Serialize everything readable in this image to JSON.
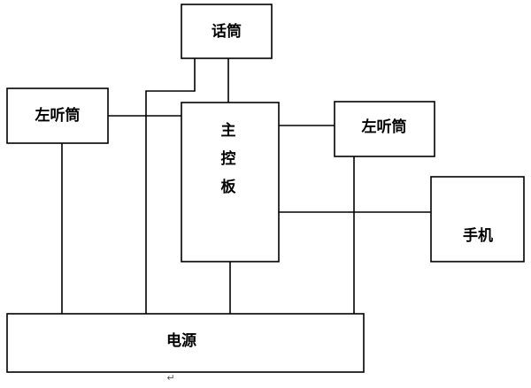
{
  "diagram": {
    "nodes": {
      "microphone": {
        "label": "话筒"
      },
      "left_earpiece": {
        "label": "左听筒"
      },
      "right_earpiece": {
        "label": "左听筒"
      },
      "main_board": {
        "chars": [
          "主",
          "控",
          "板"
        ]
      },
      "phone": {
        "label": "手机"
      },
      "power_supply": {
        "label": "电源"
      }
    },
    "edges": [
      {
        "from": "left_earpiece",
        "to": "main_board"
      },
      {
        "from": "main_board",
        "to": "right_earpiece"
      },
      {
        "from": "microphone",
        "to": "main_board"
      },
      {
        "from": "main_board",
        "to": "phone"
      },
      {
        "from": "power_supply",
        "to": "left_earpiece"
      },
      {
        "from": "power_supply",
        "to": "microphone"
      },
      {
        "from": "power_supply",
        "to": "main_board"
      },
      {
        "from": "power_supply",
        "to": "right_earpiece"
      }
    ]
  },
  "marks": {
    "paragraph_mark": "↵"
  }
}
